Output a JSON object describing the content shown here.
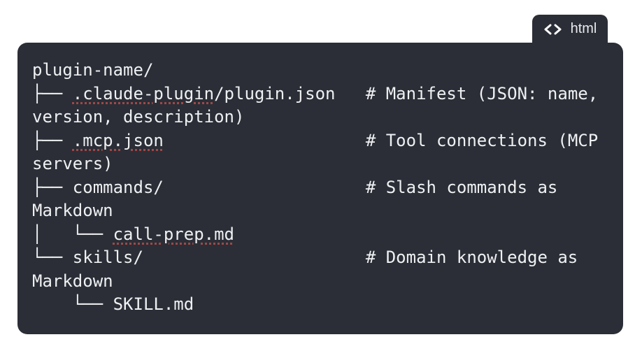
{
  "page": {
    "background_color": "#ffffff"
  },
  "code_block": {
    "colors": {
      "card_background": "#2b2e36",
      "code_text": "#eef0f2",
      "spellcheck_underline": "#a04848",
      "tab_text": "#e8eaed",
      "icon_stroke": "#ffffff"
    },
    "tab": {
      "label": "html",
      "icon": "code-chevrons-icon"
    },
    "lines": [
      [
        {
          "t": "plugin-name/"
        }
      ],
      [
        {
          "t": "├── "
        },
        {
          "t": ".claude-plugin",
          "u": true
        },
        {
          "t": "/plugin.json   # Manifest (JSON: name,"
        }
      ],
      [
        {
          "t": "version, description)"
        }
      ],
      [
        {
          "t": "├── "
        },
        {
          "t": ".mcp.json",
          "u": true
        },
        {
          "t": "                    # Tool connections (MCP"
        }
      ],
      [
        {
          "t": "servers)"
        }
      ],
      [
        {
          "t": "├── commands/                    # Slash commands as"
        }
      ],
      [
        {
          "t": "Markdown"
        }
      ],
      [
        {
          "t": "│   └── "
        },
        {
          "t": "call-prep.md",
          "u": true
        }
      ],
      [
        {
          "t": "└── skills/                      # Domain knowledge as"
        }
      ],
      [
        {
          "t": "Markdown"
        }
      ],
      [
        {
          "t": "    └── SKILL.md"
        }
      ]
    ]
  }
}
